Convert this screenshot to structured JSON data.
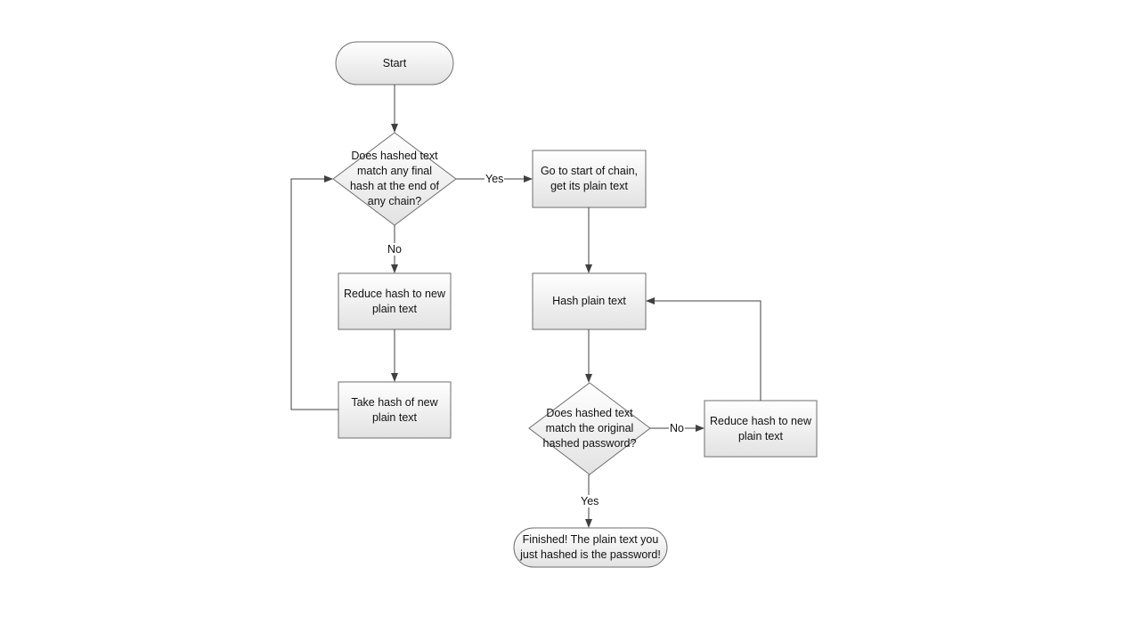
{
  "colors": {
    "stroke": "#6d6d6d",
    "fill_top": "#ffffff",
    "fill_bottom": "#e2e2e2",
    "connector": "#404040",
    "text": "#111111"
  },
  "nodes": {
    "start": "Start",
    "decision_chain_end": "Does hashed text\nmatch any final\nhash at the end of\nany chain?",
    "goto_chain_start": "Go to start of chain,\nget its plain text",
    "reduce_hash_left": "Reduce hash to new\nplain text",
    "take_hash": "Take hash of new\nplain text",
    "hash_plain_text": "Hash plain text",
    "decision_original": "Does hashed text\nmatch the original\nhashed password?",
    "reduce_hash_right": "Reduce hash to new\nplain text",
    "finished": "Finished! The plain text you\njust hashed is the password!"
  },
  "edge_labels": {
    "yes_to_chain": "Yes",
    "no_left": "No",
    "no_right": "No",
    "yes_finished": "Yes"
  }
}
